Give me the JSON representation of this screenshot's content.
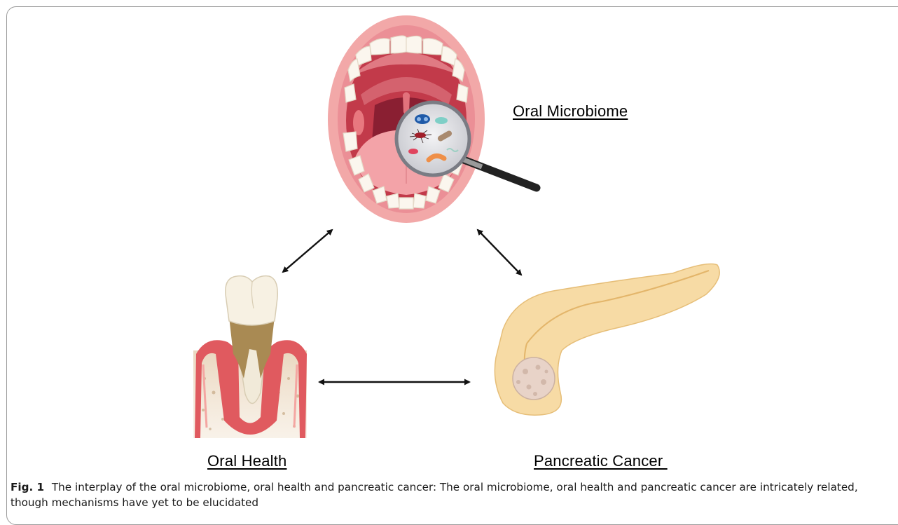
{
  "figure": {
    "nodes": {
      "oral_microbiome": "Oral Microbiome",
      "oral_health": "Oral Health",
      "pancreatic_cancer": "Pancreatic Cancer "
    },
    "caption": {
      "label": "Fig. 1",
      "text": "The interplay of the oral microbiome, oral health and pancreatic cancer: The oral microbiome, oral health and pancreatic cancer are intricately related, though mechanisms have yet to be elucidated"
    },
    "relations": [
      {
        "from": "oral_microbiome",
        "to": "oral_health",
        "type": "bidirectional"
      },
      {
        "from": "oral_microbiome",
        "to": "pancreatic_cancer",
        "type": "bidirectional"
      },
      {
        "from": "oral_health",
        "to": "pancreatic_cancer",
        "type": "bidirectional"
      }
    ],
    "colors": {
      "lips": "#f2a8a8",
      "teeth": "#fbf6ee",
      "gum": "#e05a5f",
      "pancreas": "#f7dba5",
      "tumor": "#e8d3c8",
      "arrow": "#111111"
    }
  }
}
